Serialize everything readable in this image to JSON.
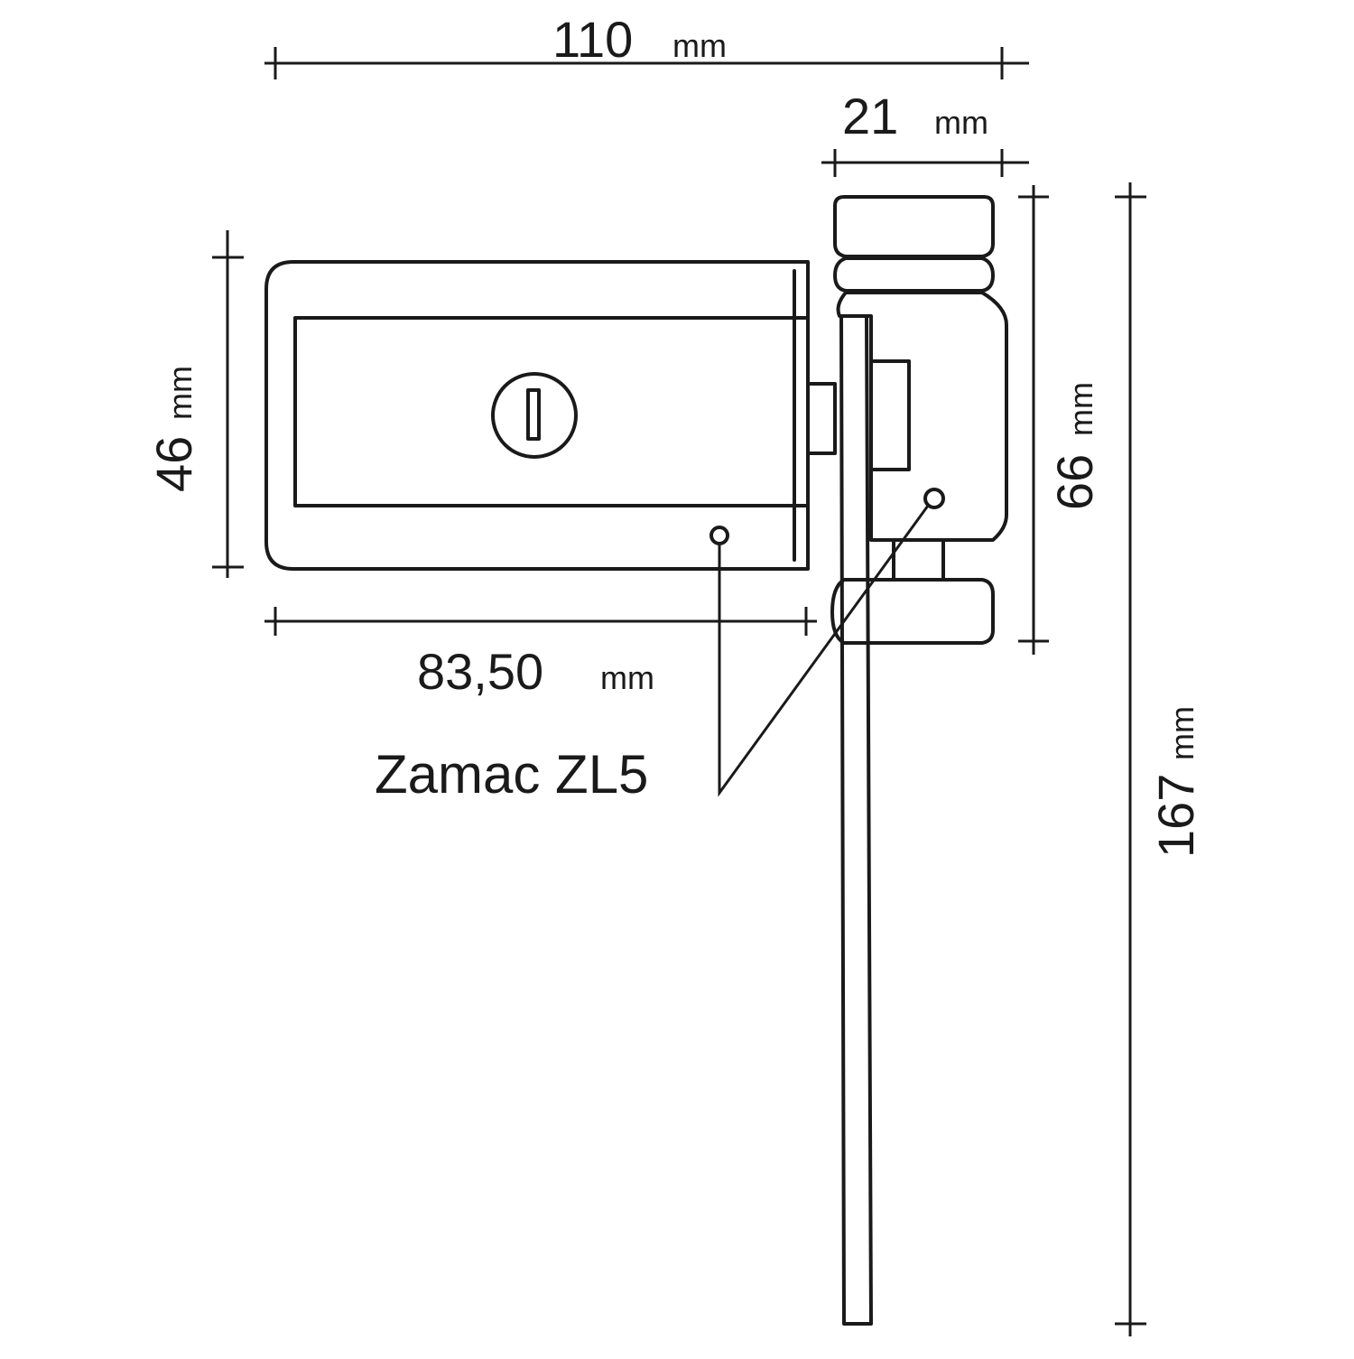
{
  "dimensions": {
    "overall_width": {
      "value": "110",
      "unit": "mm"
    },
    "escutcheon_width": {
      "value": "21",
      "unit": "mm"
    },
    "body_height": {
      "value": "46",
      "unit": "mm"
    },
    "escutcheon_height": {
      "value": "66",
      "unit": "mm"
    },
    "body_length": {
      "value": "83,50",
      "unit": "mm"
    },
    "rod_length": {
      "value": "167",
      "unit": "mm"
    }
  },
  "material_label": "Zamac ZL5",
  "colors": {
    "line": "#1a1a1a",
    "background": "#ffffff"
  }
}
